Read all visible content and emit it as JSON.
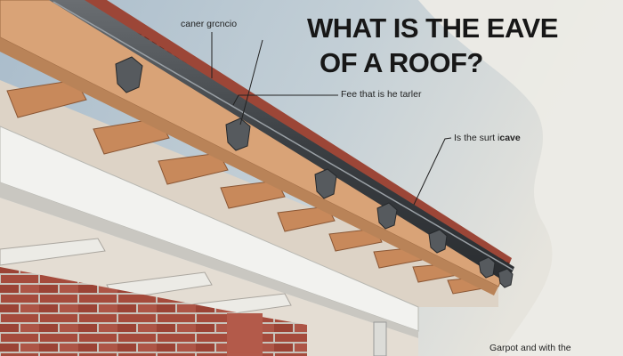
{
  "title": {
    "line1": "WHAT IS THE EAVE",
    "line2": "OF A ROOF?"
  },
  "labels": {
    "top_left": "caner grcncio",
    "middle": "Fee that is he tarler",
    "right_prefix": "Is the surt i",
    "right_bold": "cave",
    "bottom": "Garpot and with the"
  },
  "colors": {
    "sky": "#b9c8d2",
    "haze": "#ecebe6",
    "gutter": "#3f4347",
    "fascia": "#d9a377",
    "roof_tile": "#9c4637",
    "rafter": "#bf7f52",
    "brick": "#a54b3c",
    "trim": "#f2f2ef",
    "leader_line": "#222222"
  }
}
